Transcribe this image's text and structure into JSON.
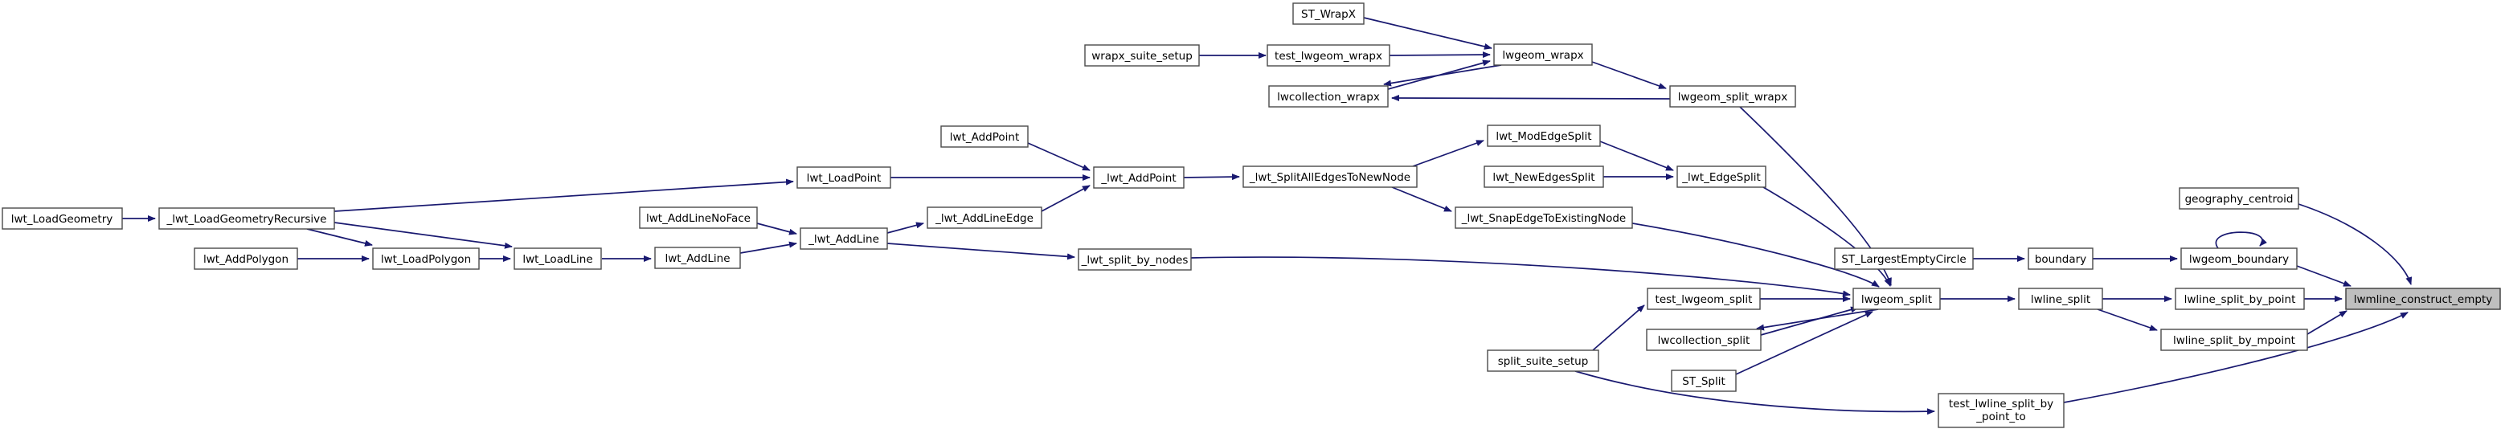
{
  "diagram": {
    "type": "doxygen-call-graph",
    "target_function": "lwmline_construct_empty",
    "colors": {
      "edge": "#191970",
      "node_border": "#4a4a4a",
      "node_fill": "#ffffff",
      "target_node_fill": "#bfbfbf",
      "text": "#000000",
      "background": "#ffffff"
    },
    "nodes": {
      "lwt_LoadGeometry": "lwt_LoadGeometry",
      "_lwt_LoadGeometryRecursive": "_lwt_LoadGeometryRecursive",
      "lwt_AddPolygon": "lwt_AddPolygon",
      "lwt_LoadPolygon": "lwt_LoadPolygon",
      "lwt_LoadLine": "lwt_LoadLine",
      "lwt_AddLineNoFace": "lwt_AddLineNoFace",
      "lwt_AddLine": "lwt_AddLine",
      "_lwt_AddLine": "_lwt_AddLine",
      "lwt_LoadPoint": "lwt_LoadPoint",
      "lwt_AddPoint": "lwt_AddPoint",
      "_lwt_AddPoint": "_lwt_AddPoint",
      "_lwt_AddLineEdge": "_lwt_AddLineEdge",
      "_lwt_split_by_nodes": "_lwt_split_by_nodes",
      "_lwt_SplitAllEdgesToNewNode": "_lwt_SplitAllEdgesToNewNode",
      "lwt_ModEdgeSplit": "lwt_ModEdgeSplit",
      "lwt_NewEdgesSplit": "lwt_NewEdgesSplit",
      "_lwt_EdgeSplit": "_lwt_EdgeSplit",
      "_lwt_SnapEdgeToExistingNode": "_lwt_SnapEdgeToExistingNode",
      "ST_WrapX": "ST_WrapX",
      "wrapx_suite_setup": "wrapx_suite_setup",
      "test_lwgeom_wrapx": "test_lwgeom_wrapx",
      "lwgeom_wrapx": "lwgeom_wrapx",
      "lwcollection_wrapx": "lwcollection_wrapx",
      "lwgeom_split_wrapx": "lwgeom_split_wrapx",
      "geography_centroid": "geography_centroid",
      "ST_LargestEmptyCircle": "ST_LargestEmptyCircle",
      "boundary": "boundary",
      "lwgeom_boundary": "lwgeom_boundary",
      "lwgeom_split": "lwgeom_split",
      "lwline_split": "lwline_split",
      "lwline_split_by_point": "lwline_split_by_point",
      "lwmline_construct_empty": "lwmline_construct_empty",
      "lwline_split_by_mpoint": "lwline_split_by_mpoint",
      "test_lwgeom_split": "test_lwgeom_split",
      "lwcollection_split": "lwcollection_split",
      "split_suite_setup": "split_suite_setup",
      "ST_Split": "ST_Split",
      "test_lwline_split_by_point_to": "test_lwline_split_by\n_point_to"
    },
    "edges": [
      {
        "from": "ST_WrapX",
        "to": "lwgeom_wrapx"
      },
      {
        "from": "wrapx_suite_setup",
        "to": "test_lwgeom_wrapx"
      },
      {
        "from": "test_lwgeom_wrapx",
        "to": "lwgeom_wrapx"
      },
      {
        "from": "lwgeom_wrapx",
        "to": "lwcollection_wrapx"
      },
      {
        "from": "lwcollection_wrapx",
        "to": "lwgeom_wrapx"
      },
      {
        "from": "lwgeom_wrapx",
        "to": "lwgeom_split_wrapx"
      },
      {
        "from": "lwgeom_split_wrapx",
        "to": "lwcollection_wrapx"
      },
      {
        "from": "lwgeom_split_wrapx",
        "to": "lwgeom_split"
      },
      {
        "from": "lwt_LoadGeometry",
        "to": "_lwt_LoadGeometryRecursive"
      },
      {
        "from": "_lwt_LoadGeometryRecursive",
        "to": "lwt_LoadPoint"
      },
      {
        "from": "_lwt_LoadGeometryRecursive",
        "to": "lwt_LoadPolygon"
      },
      {
        "from": "_lwt_LoadGeometryRecursive",
        "to": "lwt_LoadLine"
      },
      {
        "from": "lwt_AddPolygon",
        "to": "lwt_LoadPolygon"
      },
      {
        "from": "lwt_LoadPolygon",
        "to": "lwt_LoadLine"
      },
      {
        "from": "lwt_LoadLine",
        "to": "lwt_AddLine"
      },
      {
        "from": "lwt_AddLineNoFace",
        "to": "_lwt_AddLine"
      },
      {
        "from": "lwt_AddLine",
        "to": "_lwt_AddLine"
      },
      {
        "from": "_lwt_AddLine",
        "to": "_lwt_AddLineEdge"
      },
      {
        "from": "_lwt_AddLine",
        "to": "_lwt_split_by_nodes"
      },
      {
        "from": "lwt_LoadPoint",
        "to": "_lwt_AddPoint"
      },
      {
        "from": "lwt_AddPoint",
        "to": "_lwt_AddPoint"
      },
      {
        "from": "_lwt_AddLineEdge",
        "to": "_lwt_AddPoint"
      },
      {
        "from": "_lwt_AddPoint",
        "to": "_lwt_SplitAllEdgesToNewNode"
      },
      {
        "from": "_lwt_SplitAllEdgesToNewNode",
        "to": "lwt_ModEdgeSplit"
      },
      {
        "from": "_lwt_SplitAllEdgesToNewNode",
        "to": "_lwt_SnapEdgeToExistingNode"
      },
      {
        "from": "lwt_ModEdgeSplit",
        "to": "_lwt_EdgeSplit"
      },
      {
        "from": "lwt_NewEdgesSplit",
        "to": "_lwt_EdgeSplit"
      },
      {
        "from": "_lwt_EdgeSplit",
        "to": "lwgeom_split"
      },
      {
        "from": "_lwt_SnapEdgeToExistingNode",
        "to": "lwgeom_split"
      },
      {
        "from": "_lwt_split_by_nodes",
        "to": "lwgeom_split"
      },
      {
        "from": "test_lwgeom_split",
        "to": "lwgeom_split"
      },
      {
        "from": "lwgeom_split",
        "to": "lwcollection_split"
      },
      {
        "from": "lwcollection_split",
        "to": "lwgeom_split"
      },
      {
        "from": "ST_Split",
        "to": "lwgeom_split"
      },
      {
        "from": "split_suite_setup",
        "to": "test_lwgeom_split"
      },
      {
        "from": "split_suite_setup",
        "to": "test_lwline_split_by_point_to"
      },
      {
        "from": "lwgeom_split",
        "to": "lwline_split"
      },
      {
        "from": "lwline_split",
        "to": "lwline_split_by_point"
      },
      {
        "from": "lwline_split",
        "to": "lwline_split_by_mpoint"
      },
      {
        "from": "lwline_split_by_point",
        "to": "lwmline_construct_empty"
      },
      {
        "from": "lwline_split_by_mpoint",
        "to": "lwmline_construct_empty"
      },
      {
        "from": "test_lwline_split_by_point_to",
        "to": "lwmline_construct_empty"
      },
      {
        "from": "ST_LargestEmptyCircle",
        "to": "boundary"
      },
      {
        "from": "boundary",
        "to": "lwgeom_boundary"
      },
      {
        "from": "lwgeom_boundary",
        "to": "lwgeom_boundary"
      },
      {
        "from": "lwgeom_boundary",
        "to": "lwmline_construct_empty"
      },
      {
        "from": "geography_centroid",
        "to": "lwmline_construct_empty"
      }
    ]
  }
}
